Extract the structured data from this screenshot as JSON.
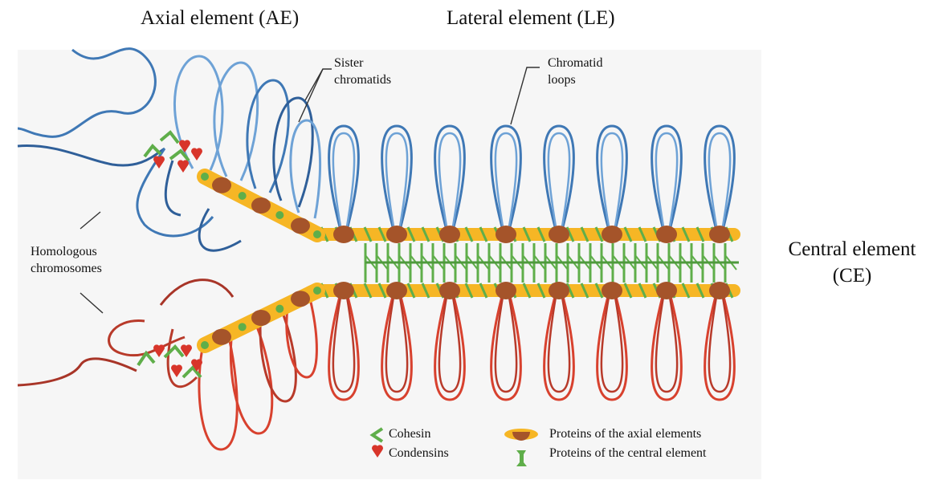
{
  "titles": {
    "axial_element": "Axial element (AE)",
    "lateral_element": "Lateral element (LE)",
    "central_element_line1": "Central element",
    "central_element_line2": "(CE)"
  },
  "annotations": {
    "sister_chromatids_line1": "Sister",
    "sister_chromatids_line2": "chromatids",
    "chromatid_loops_line1": "Chromatid",
    "chromatid_loops_line2": "loops",
    "homologous_line1": "Homologous",
    "homologous_line2": "chromosomes"
  },
  "legend": {
    "cohesin": "Cohesin",
    "condensins": "Condensins",
    "axial_proteins": "Proteins of the axial elements",
    "central_proteins": "Proteins of the central element"
  },
  "colors": {
    "blue_chromatid": "#3f78b5",
    "blue_chromatid_inner": "#6ea2d6",
    "red_chromatid": "#d8412e",
    "red_chromatid_inner": "#b83a2a",
    "axial_yellow": "#f6b625",
    "axial_brown": "#a5542a",
    "cohesin_green": "#5fae4a",
    "condensin_red": "#d8352a"
  }
}
